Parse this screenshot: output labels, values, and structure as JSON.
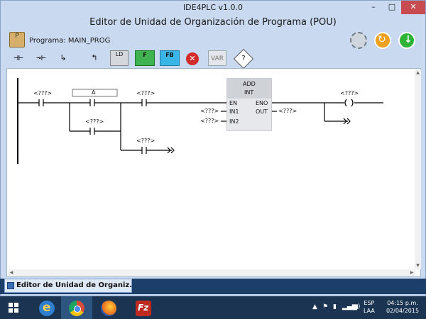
{
  "window": {
    "app_title": "IDE4PLC v1.0.0",
    "subtitle": "Editor de Unidad de Organización de Programa (POU)",
    "minimize": "–",
    "maximize": "□",
    "close": "✕"
  },
  "program": {
    "icon_letter": "P",
    "label": "Programa: MAIN_PROG"
  },
  "toolbar": {
    "contact": "⊣⊢",
    "coil": "⊸⊢",
    "branch": "↳",
    "branch_up": "↰",
    "ld": "LD",
    "f": "F",
    "fb": "FB",
    "delete": "✕",
    "var": "VAR",
    "cond": "?"
  },
  "ladder": {
    "contact_1_label": "<???>",
    "contact_a_label": "A",
    "contact_parallel_label": "<???>",
    "contact_3_label": "<???>",
    "contact_lower_label": "<???>",
    "coil_label": "<???>",
    "block": {
      "name": "ADD",
      "type": "INT",
      "inputs": [
        "EN",
        "IN1",
        "IN2"
      ],
      "outputs": [
        "ENO",
        "OUT"
      ],
      "in1_var": "<???>",
      "in2_var": "<???>",
      "out_var": "<???>"
    }
  },
  "status": {
    "doc_tab": "Editor de Unidad de Organiz..."
  },
  "tray": {
    "lang_1": "ESP",
    "lang_2": "LAA",
    "time": "04:15 p.m.",
    "date": "02/04/2015"
  },
  "colors": {
    "title_bg": "#c9d9ef",
    "close_btn": "#c74b50",
    "taskbar": "#1a3452",
    "f_block": "#3fb34f",
    "fb_block": "#39b5e6",
    "delete": "#d22b2b"
  }
}
